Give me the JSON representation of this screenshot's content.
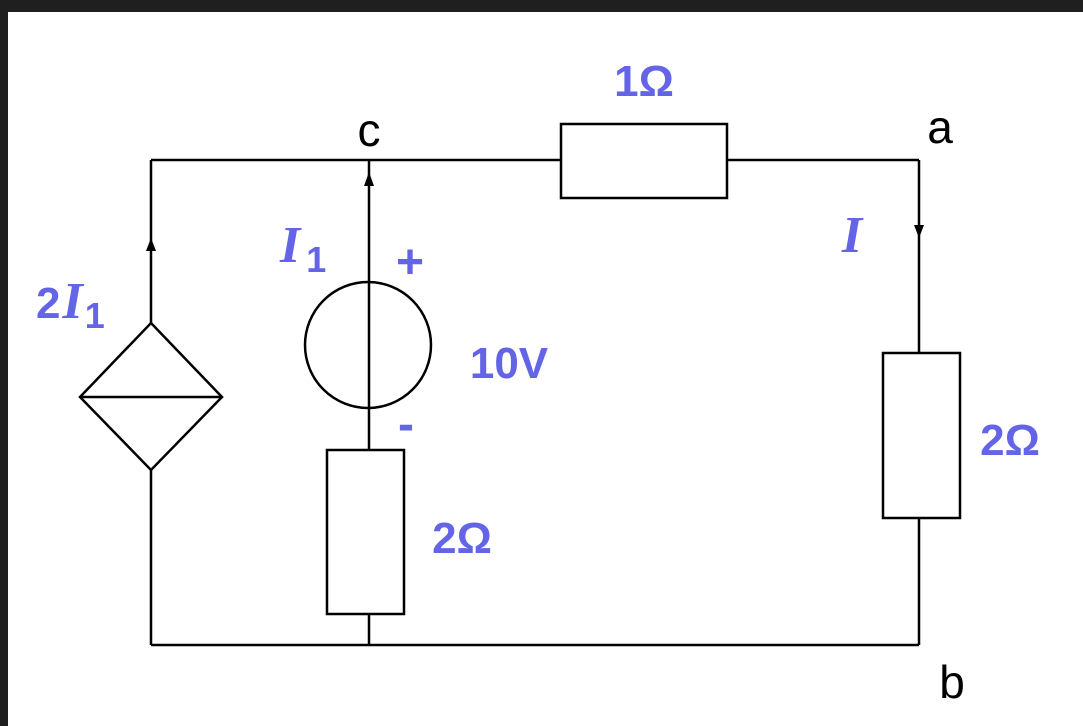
{
  "colors": {
    "label": "#6464e6",
    "wire": "#000000",
    "frame_bar": "#1f1f1f",
    "canvas": "#ffffff"
  },
  "nodes": {
    "c": "c",
    "a": "a",
    "b": "b"
  },
  "components": {
    "resistor_top": {
      "value": "1Ω"
    },
    "resistor_right": {
      "value": "2Ω"
    },
    "resistor_middle": {
      "value": "2Ω"
    },
    "voltage_source": {
      "value": "10V",
      "plus": "+",
      "minus": "-"
    },
    "dependent_source": {
      "coef": "2",
      "var": "I",
      "sub": "1"
    }
  },
  "currents": {
    "i1": {
      "var": "I",
      "sub": "1"
    },
    "i": {
      "var": "I"
    }
  }
}
